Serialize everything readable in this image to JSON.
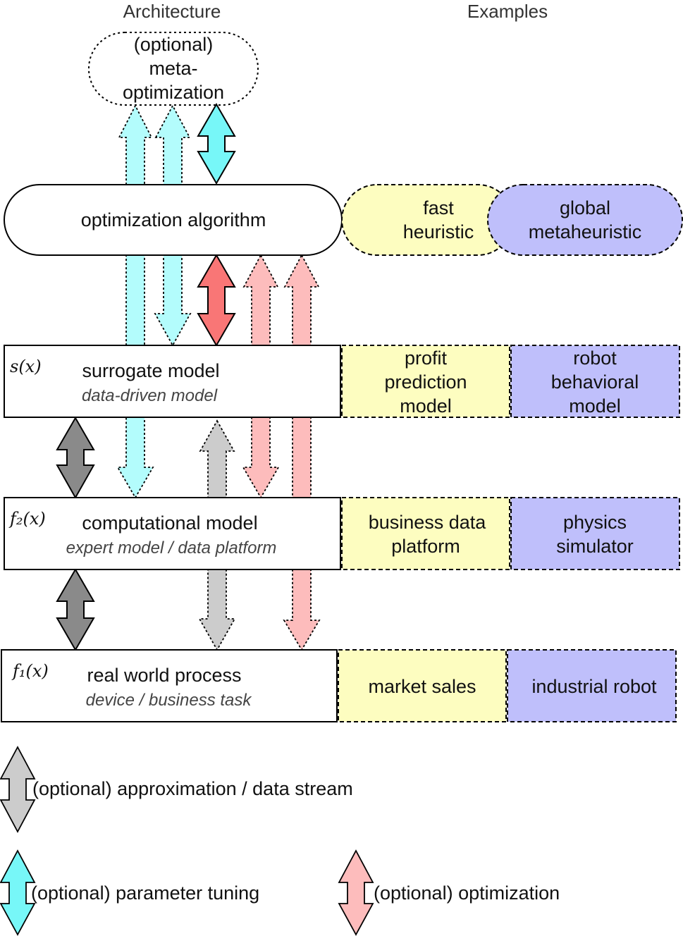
{
  "headers": {
    "architecture": "Architecture",
    "examples": "Examples"
  },
  "meta_optimization": {
    "line1": "(optional)",
    "line2": "meta-",
    "line3": "optimization"
  },
  "optimization_algorithm": {
    "label": "optimization algorithm",
    "examples": {
      "left": {
        "line1": "fast",
        "line2": "heuristic"
      },
      "right": {
        "line1": "global",
        "line2": "metaheuristic"
      }
    }
  },
  "surrogate_model": {
    "symbol": "s(x)",
    "title": "surrogate model",
    "subtitle": "data-driven model",
    "examples": {
      "left": {
        "line1": "profit",
        "line2": "prediction",
        "line3": "model"
      },
      "right": {
        "line1": "robot",
        "line2": "behavioral",
        "line3": "model"
      }
    }
  },
  "computational_model": {
    "symbol": "f₂(x)",
    "title": "computational model",
    "subtitle": "expert model / data platform",
    "examples": {
      "left": {
        "line1": "business data",
        "line2": "platform"
      },
      "right": {
        "line1": "physics",
        "line2": "simulator"
      }
    }
  },
  "real_world_process": {
    "symbol": "f₁(x)",
    "title": "real world process",
    "subtitle": "device / business task",
    "examples": {
      "left": {
        "line1": "market sales"
      },
      "right": {
        "line1": "industrial robot"
      }
    }
  },
  "legend": {
    "approximation": "(optional) approximation / data stream",
    "parameter_tuning": "(optional) parameter tuning",
    "optimization": "(optional) optimization"
  },
  "colors": {
    "cyan_light": "#b3fcfc",
    "cyan_solid": "#77f7f8",
    "red_light": "#fdbcbc",
    "red_solid": "#f97676",
    "gray_dark": "#8a8a8a",
    "gray_light": "#cccccc",
    "yellow_fill": "#fdfdc0",
    "blue_fill": "#bfbffb"
  }
}
